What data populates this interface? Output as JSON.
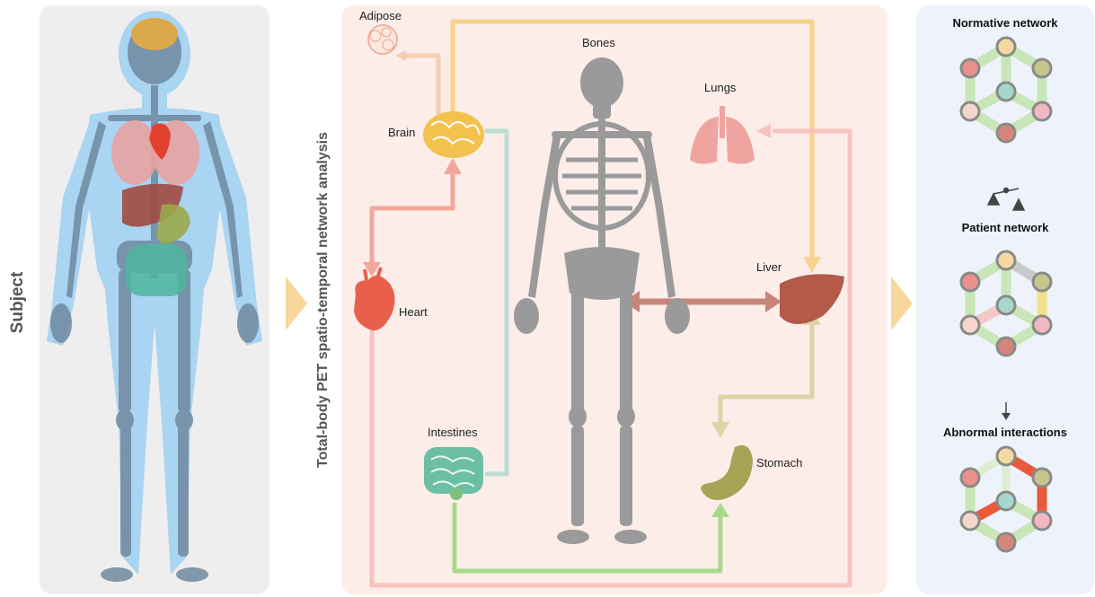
{
  "subject_label": "Subject",
  "network_title": "Total-body PET spatio-temporal network analysis",
  "organs": {
    "adipose": "Adipose",
    "bones": "Bones",
    "brain": "Brain",
    "lungs": "Lungs",
    "heart": "Heart",
    "liver": "Liver",
    "intestines": "Intestines",
    "stomach": "Stomach"
  },
  "networks": {
    "normative": "Normative network",
    "patient": "Patient network",
    "abnormal": "Abnormal interactions"
  },
  "colors": {
    "brain": "#f2c14e",
    "heart": "#e8604c",
    "lungs": "#f0a4a0",
    "liver": "#b35a4a",
    "stomach": "#a9a355",
    "intestines": "#6cbfa4",
    "skeleton": "#9a9a9a",
    "edge_normal": "#c8e6b8",
    "edge_abnormal": "#e85a3c"
  }
}
